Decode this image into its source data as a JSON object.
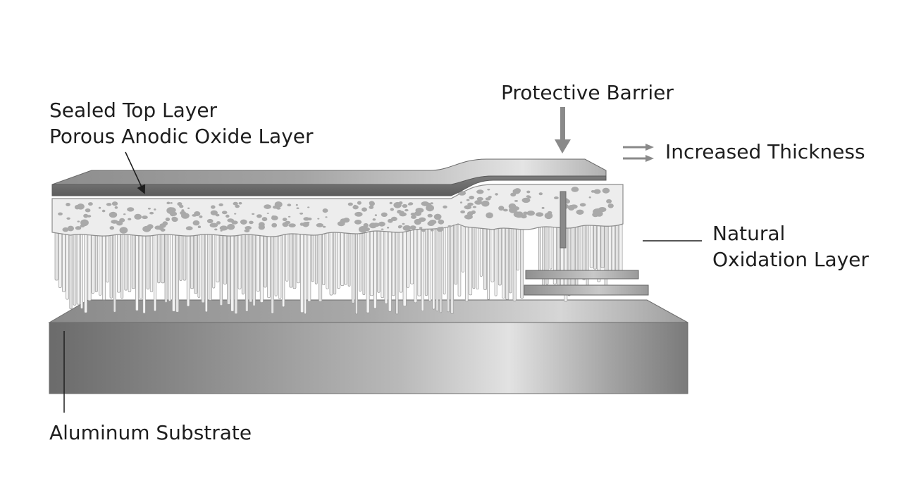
{
  "labels": {
    "sealed_top_layer": "Sealed Top Layer",
    "porous_anodic_oxide_layer": "Porous Anodic Oxide Layer",
    "protective_barrier": "Protective Barrier",
    "increased_thickness": "Increased Thickness",
    "natural": "Natural",
    "oxidation_layer": "Oxidation Layer",
    "aluminum_substrate": "Aluminum Substrate"
  },
  "colors": {
    "background": "#ffffff",
    "text": "#1e1e1e",
    "metal_dark": "#6e6e6e",
    "metal_light": "#d2d2d2",
    "oxide_fill": "#ececec",
    "pore": "#a9a9a9"
  }
}
